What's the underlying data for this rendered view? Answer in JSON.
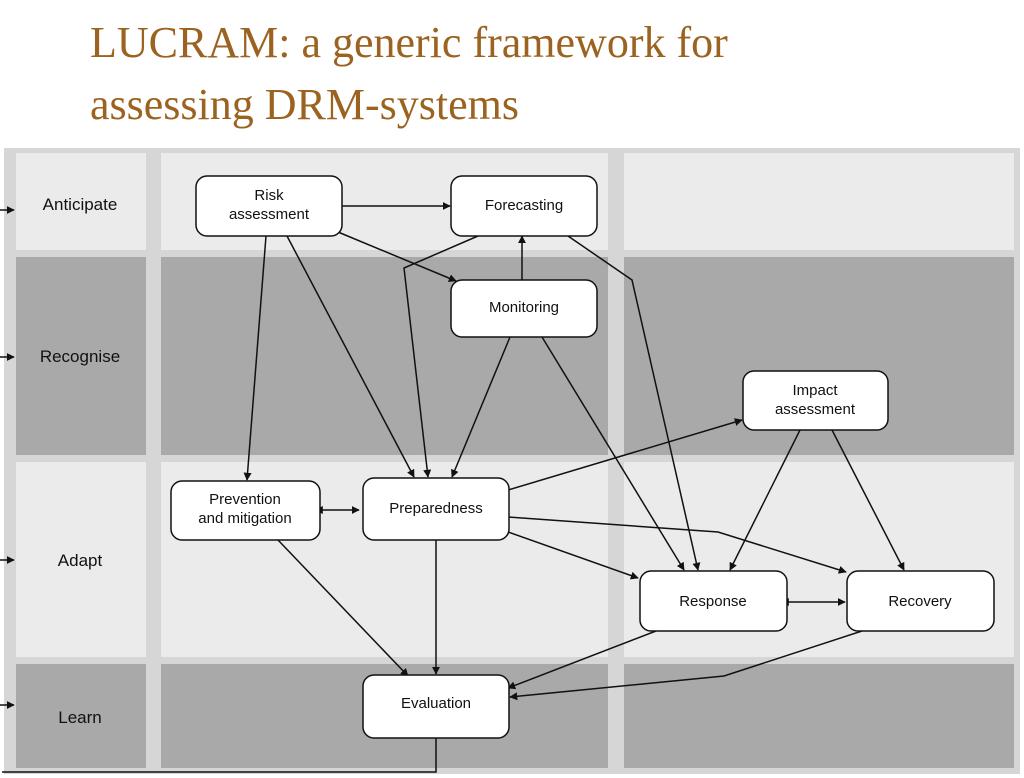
{
  "title": {
    "line1": "LUCRAM: a generic framework for",
    "line2": "assessing DRM-systems"
  },
  "rows": [
    {
      "label": "Anticipate"
    },
    {
      "label": "Recognise"
    },
    {
      "label": "Adapt"
    },
    {
      "label": "Learn"
    }
  ],
  "nodes": {
    "risk_assessment": {
      "lines": [
        "Risk",
        "assessment"
      ]
    },
    "forecasting": {
      "lines": [
        "Forecasting"
      ]
    },
    "monitoring": {
      "lines": [
        "Monitoring"
      ]
    },
    "impact_assessment": {
      "lines": [
        "Impact",
        "assessment"
      ]
    },
    "prevention_mitigation": {
      "lines": [
        "Prevention",
        "and mitigation"
      ]
    },
    "preparedness": {
      "lines": [
        "Preparedness"
      ]
    },
    "response": {
      "lines": [
        "Response"
      ]
    },
    "recovery": {
      "lines": [
        "Recovery"
      ]
    },
    "evaluation": {
      "lines": [
        "Evaluation"
      ]
    }
  },
  "colors": {
    "title": "#9c6320",
    "light_band": "#ebebeb",
    "dark_band": "#a9a9a9",
    "node_fill": "#ffffff",
    "stroke": "#111111"
  }
}
